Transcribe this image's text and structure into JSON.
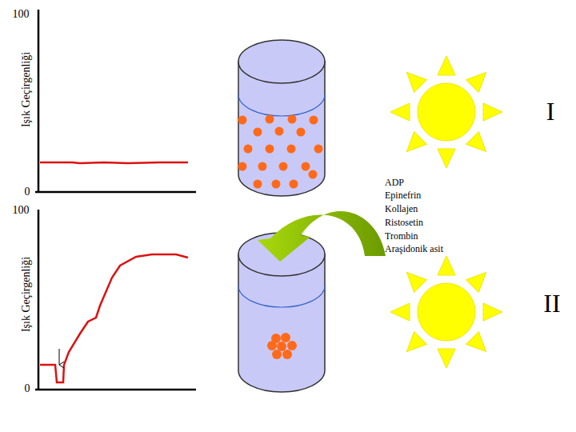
{
  "diagram": {
    "labels": [
      "100",
      "Işık Geçirgenliği",
      "0",
      "I",
      "ADP",
      "Epinefrin",
      "Kollajen",
      "Ristosetin",
      "Trombin",
      "Araşidonik asit",
      "100",
      "Işık Geçirgenliği",
      "0",
      "II"
    ]
  }
}
